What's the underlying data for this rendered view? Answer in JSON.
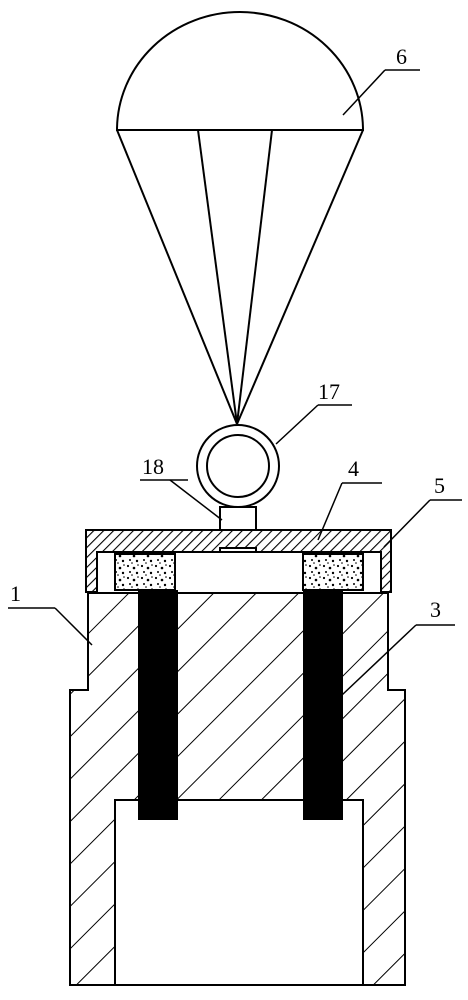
{
  "labels": {
    "parachute": "6",
    "ring": "17",
    "stem": "18",
    "cap": "4",
    "cap_skirt": "5",
    "body": "1",
    "electrode": "3"
  }
}
